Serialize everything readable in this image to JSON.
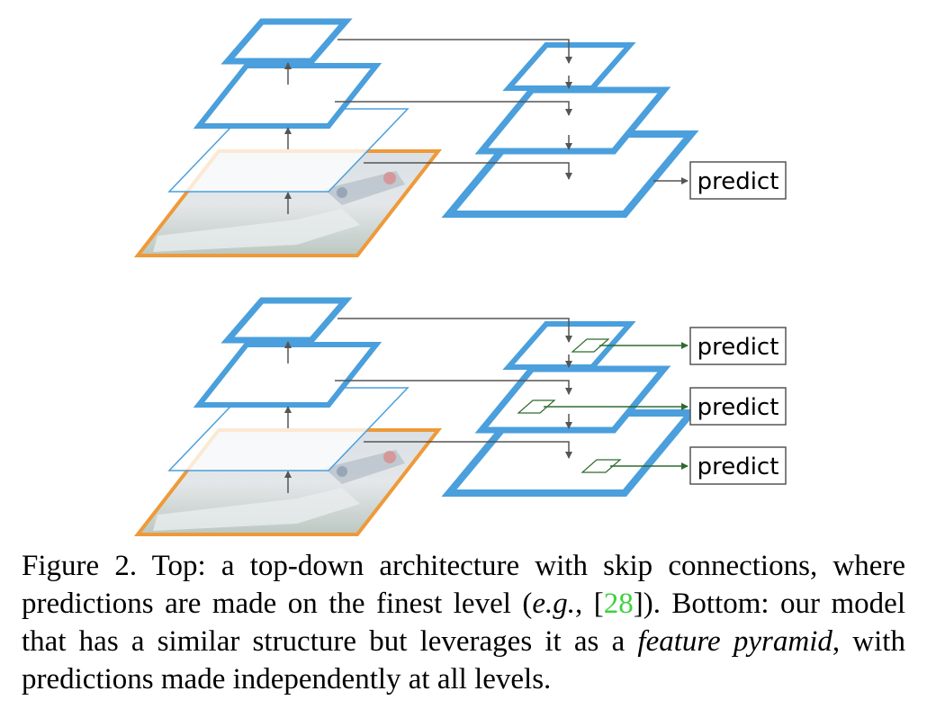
{
  "figure": {
    "top_panel": {
      "predict_labels": [
        "predict"
      ]
    },
    "bottom_panel": {
      "predict_labels": [
        "predict",
        "predict",
        "predict"
      ]
    },
    "colors": {
      "pyramid_blue": "#4a9fdc",
      "image_frame_orange": "#ee9a3a",
      "arrow_gray": "#555555",
      "prediction_green": "#2e6b2e"
    }
  },
  "caption": {
    "figure_label": "Figure 2.",
    "part1": " Top:  a top-down architecture with skip connections, where predictions are made on the finest level (",
    "eg": "e.g.",
    "part2": ", [",
    "ref": "28",
    "part3": "]). Bottom: our model that has a similar structure but leverages it as a ",
    "feature_pyramid": "feature pyramid",
    "part4": ", with predictions made independently at all levels."
  }
}
